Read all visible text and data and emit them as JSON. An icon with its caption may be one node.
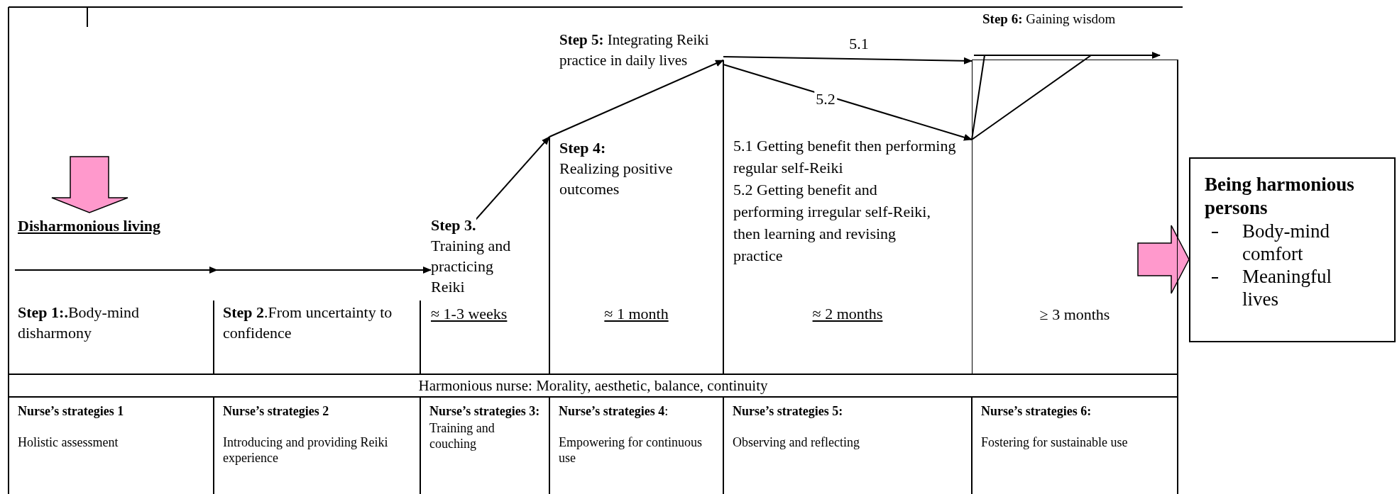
{
  "diagram": {
    "nodes": [
      {
        "text": [
          "**Step 1:.**Body-mind disharmony"
        ]
      },
      {
        "text": [
          "**Step 2**.From uncertainty to confidence"
        ]
      },
      {
        "text": [
          "**Step 3.**",
          "Training and practicing Reiki"
        ]
      },
      {
        "text": [
          "**Step 4:**",
          "Realizing positive outcomes"
        ]
      },
      {
        "text": [
          "**Step 5:** Integrating Reiki practice in daily lives"
        ],
        "beside": [
          "5.1 Getting benefit then performing regular self-Reiki",
          "5.2 Getting benefit and performing irregular self-Reiki, then learning and revising practice"
        ]
      },
      {
        "text": [
          "**Step 6:** Gaining wisdom",
          "≥ 3 months"
        ]
      },
      {
        "text": [
          "Being harmonious persons",
          "Body-mind comfort",
          "Meaningful lives"
        ]
      }
    ],
    "edges": [
      {
        "from": null,
        "to": 2,
        "arrow": "to"
      },
      {
        "from": 2,
        "to": 3,
        "arrow": "to"
      },
      {
        "from": 3,
        "to": 4,
        "arrow": "to"
      },
      {
        "from": 4,
        "to": 5,
        "arrow": "to",
        "label": "5.1"
      },
      {
        "from": 4,
        "to": 5,
        "arrow": "to",
        "label": "5.2"
      },
      {
        "from": 5,
        "to": 6,
        "arrow": "to"
      }
    ],
    "labels": [
      "Disharmonious living",
      "≈ 1-3 weeks",
      "≈ 1 month",
      "≈ 2 months",
      "Harmonious nurse: Morality, aesthetic, balance, continuity",
      "**Nurse’s strategies 1**",
      "Holistic assessment",
      "**Nurse’s strategies 2**",
      "Introducing and providing Reiki experience",
      "**Nurse’s strategies 3:**",
      "Training and couching",
      "**Nurse’s strategies 4**:",
      "Empowering for continuous use",
      "**Nurse’s strategies 5:**",
      "Observing and reflecting",
      "**Nurse’s strategies 6:**",
      "Fostering for sustainable use"
    ]
  }
}
